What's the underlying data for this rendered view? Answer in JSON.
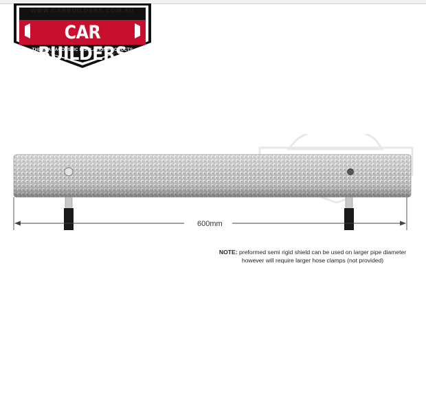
{
  "logo": {
    "url": "WWW.CARBUILDERS.COM.AU",
    "brand": "CAR BUILDERS",
    "tagline": "THERMAL ACOUSTIC INSULATION PRODUCTS",
    "colors": {
      "red": "#c8102e",
      "black": "#111111",
      "white": "#ffffff"
    }
  },
  "dimension": {
    "label": "600mm"
  },
  "note": {
    "heading": "NOTE:",
    "line1": "preformed semi rigid shield can be used on larger pipe diameter",
    "line2": "however will require larger hose clamps (not provided)"
  }
}
